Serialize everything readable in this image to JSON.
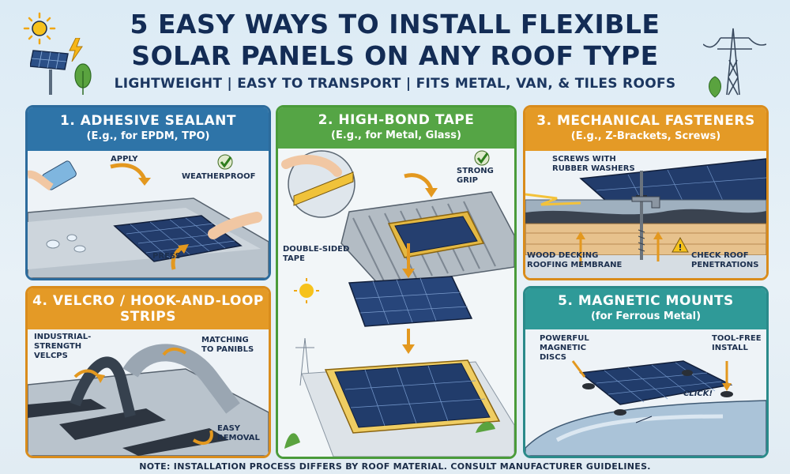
{
  "header": {
    "title_line1": "5 EASY WAYS TO INSTALL FLEXIBLE",
    "title_line2": "SOLAR PANELS ON ANY ROOF TYPE",
    "subtitle": "LIGHTWEIGHT | EASY TO TRANSPORT | FITS METAL, VAN, & TILES ROOFS"
  },
  "panels": [
    {
      "title": "1. ADHESIVE SEALANT",
      "subtitle": "(E.g., for EPDM, TPO)",
      "labels": {
        "apply": "APPLY",
        "weatherproof": "WEATHERPROOF",
        "press": "PRESS"
      }
    },
    {
      "title": "2. HIGH-BOND TAPE",
      "subtitle": "(E.g., for Metal, Glass)",
      "labels": {
        "strong_grip": "STRONG\nGRIP",
        "double_sided": "DOUBLE-SIDED\nTAPE"
      }
    },
    {
      "title": "3. MECHANICAL FASTENERS",
      "subtitle": "(E.g., Z-Brackets, Screws)",
      "labels": {
        "screws": "SCREWS WITH\nRUBBER WASHERS",
        "decking": "WOOD DECKING\nROOFING MEMBRANE",
        "check": "CHECK ROOF\nPENETRATIONS"
      }
    },
    {
      "title": "4. VELCRO / HOOK-AND-LOOP",
      "subtitle": "STRIPS",
      "labels": {
        "industrial": "INDUSTRIAL-\nSTRENGTH\nVELCPS",
        "matching": "MATCHING\nTO PANIBLS",
        "easy": "EASY\nREMOVAL"
      }
    },
    {
      "title": "5. MAGNETIC MOUNTS",
      "subtitle": "(for Ferrous Metal)",
      "labels": {
        "powerful": "POWERFUL\nMAGNETIC\nDISCS",
        "toolfree": "TOOL-FREE\nINSTALL",
        "click": "CLICK!"
      }
    }
  ],
  "note": "NOTE: INSTALLATION PROCESS DIFFERS BY ROOF MATERIAL. CONSULT MANUFACTURER GUIDELINES.",
  "colors": {
    "blue": "#2e74a8",
    "green": "#55a545",
    "orange": "#e49a26",
    "teal": "#2f9a98",
    "title": "#132c55"
  },
  "icons": [
    "sun-icon",
    "solar-pole-icon",
    "lightning-icon",
    "tree-icon",
    "power-tower-icon",
    "checkmark-icon",
    "warning-icon",
    "arrow-icon"
  ]
}
